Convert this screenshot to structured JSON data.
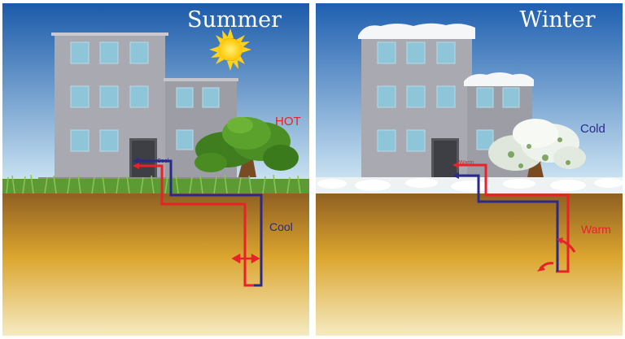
{
  "summer": {
    "title": "Summer",
    "air_label": "HOT",
    "ground_label": "Cool",
    "house_label": "Cool"
  },
  "winter": {
    "title": "Winter",
    "air_label": "Cold",
    "ground_label": "Warm",
    "house_label": "Warm"
  },
  "colors": {
    "hot_pipe": "#e8212a",
    "cool_pipe": "#2a2a8c",
    "sky_top": "#1f5fb0",
    "sky_bottom": "#cfe6f4",
    "soil_top": "#8a5a22",
    "soil_bottom": "#f2e6b8",
    "building": "#a9aab2",
    "sun": "#ffd21a"
  },
  "icons": {
    "summer_weather": "sun-icon",
    "winter_weather": "snow-cap-icon"
  }
}
